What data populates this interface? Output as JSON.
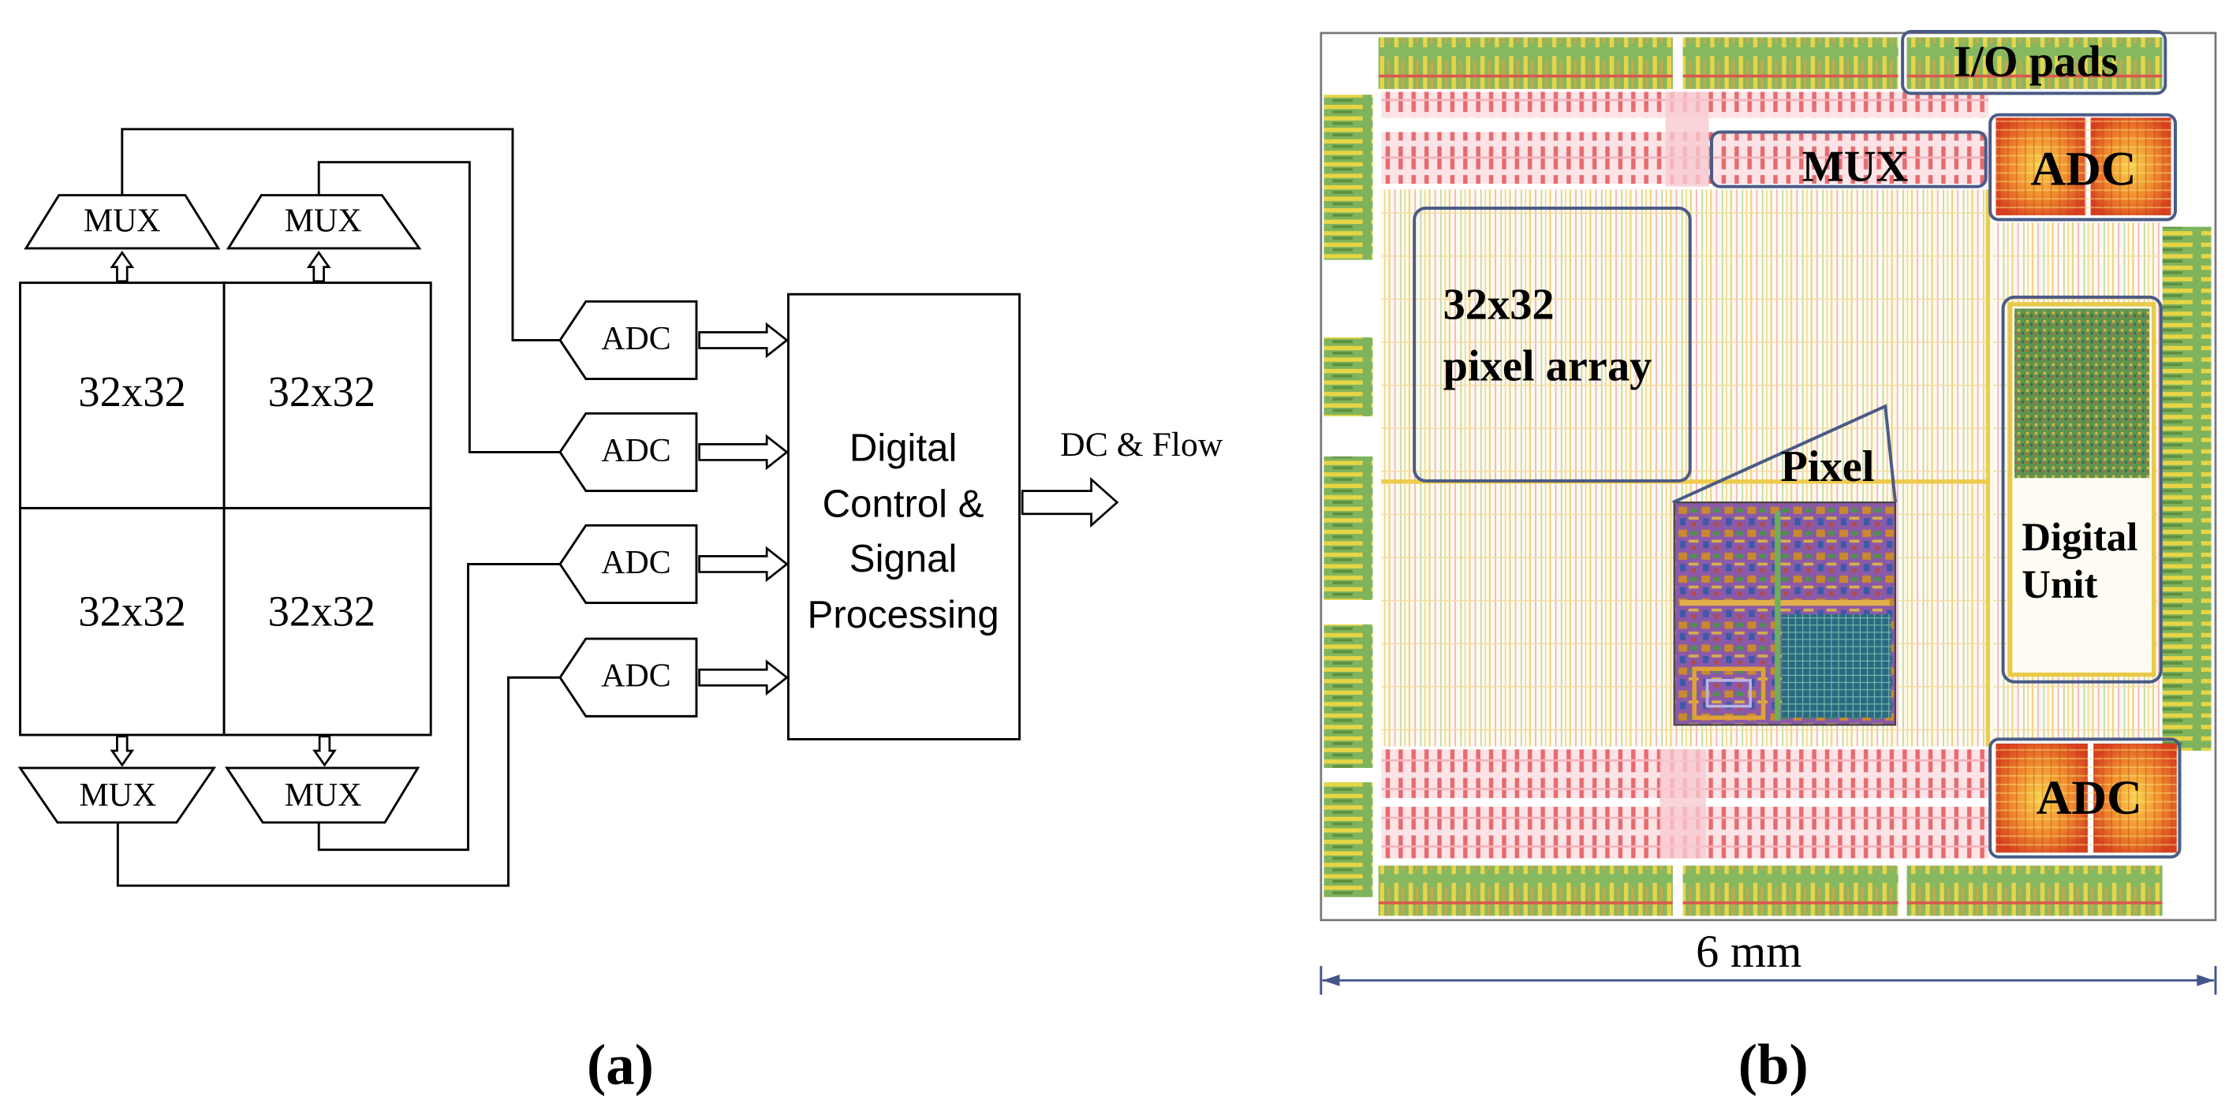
{
  "panel_a": {
    "blocks": [
      "32x32",
      "32x32",
      "32x32",
      "32x32"
    ],
    "top_muxes": [
      "MUX",
      "MUX"
    ],
    "bottom_muxes": [
      "MUX",
      "MUX"
    ],
    "adcs": [
      "ADC",
      "ADC",
      "ADC",
      "ADC"
    ],
    "processor_lines": [
      "Digital",
      "Control &",
      "Signal",
      "Processing"
    ],
    "output_label": "DC & Flow",
    "caption": "(a)"
  },
  "panel_b": {
    "labels": {
      "io_pads": "I/O pads",
      "mux": "MUX",
      "adc_top": "ADC",
      "pixel_array_line1": "32x32",
      "pixel_array_line2": "pixel array",
      "pixel": "Pixel",
      "digital_unit_line1": "Digital",
      "digital_unit_line2": "Unit",
      "adc_bottom": "ADC"
    },
    "scale_label": "6 mm",
    "caption": "(b)"
  },
  "colors": {
    "region_outline": "#4b5b86",
    "scale_bar": "#44558a",
    "diagram_line": "#000000"
  }
}
